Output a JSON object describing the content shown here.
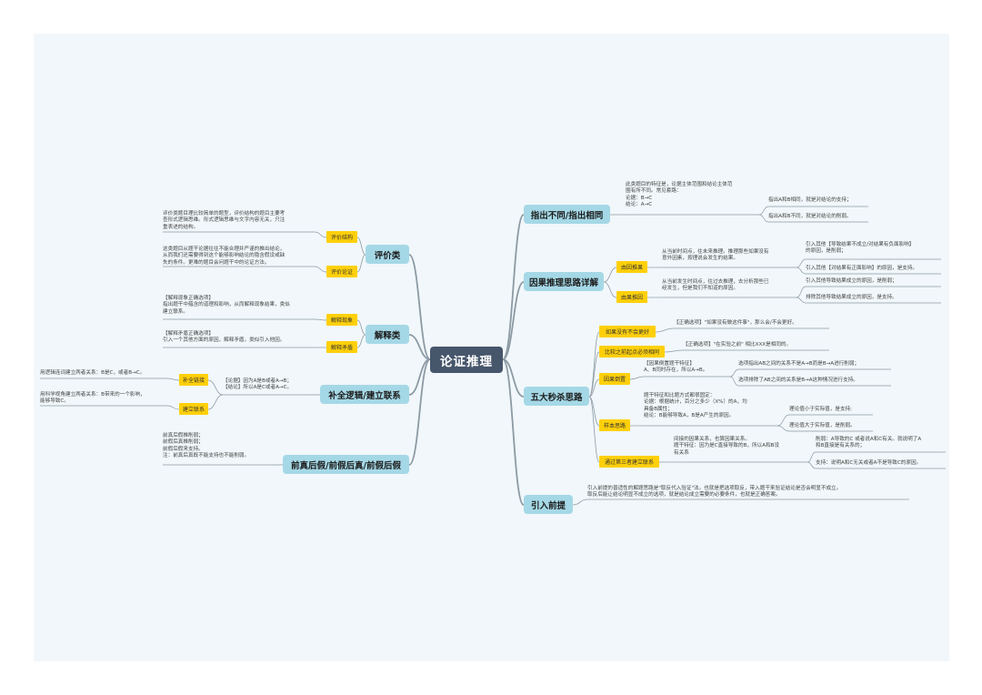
{
  "root": "论证推理",
  "colors": {
    "background": "#f1f7fa",
    "root": "#46566b",
    "main": "#a5d8e6",
    "tag": "#ffd00a",
    "line": "#8c9aa4"
  },
  "left": {
    "pingjia": {
      "label": "评价类",
      "tags": [
        "评价结构",
        "评价论证"
      ],
      "notes": [
        "评价类题目理比较简单的题型，评价结构的题目主要考\n查形式逻辑思维。形式逻辑思维与文字内容无关，只注\n重表述的结构。",
        "这类题目从题干论据往往不能合理并严谨的推出结论，\n从而我们还需要得到这个能够影响结论的隐含假设或缺\n失的条件。更难的题目会问题干中的论证方法。"
      ]
    },
    "jieshi": {
      "label": "解释类",
      "tags": [
        "解释现象",
        "解释矛盾"
      ],
      "notes": [
        "【解释现象正确选项】\n指出题干中蕴含的道理和影响，从而解释现象结果，类似\n建立联系。",
        "【解释矛盾正确选项】\n引入一个其他方面的原因，解释矛盾，类似引入他因。"
      ]
    },
    "buquan": {
      "label": "补全逻辑/建立联系",
      "tags": [
        "补全链接",
        "建立联系"
      ],
      "center_note": "【论据】因为A是B或者A→B；\n【结论】所以A是C或者A→C。",
      "notes": [
        "用逻辑连词建立两者关系：B是C，或者B→C。",
        "用科学视角建立两者关系：B带来的一个影响，\n能够导致C。"
      ]
    },
    "qianzhen": {
      "label": "前真后假/前假后真/前假后假",
      "note": "前真后假推削弱；\n前假后真推削弱；\n前假后假来支持。\n注：前真后真既不能支持也不能削弱。"
    }
  },
  "right": {
    "zhichu": {
      "label": "指出不同/指出相同",
      "note": "此类题目的特征是，论据主体范围和结论主体范\n围有所不同。常见套路：\n论据：B→C\n结论：A→C",
      "leaves": [
        "指出A和B相同，就是对结论的支持；",
        "指出A和B不同，就是对结论的削弱。"
      ]
    },
    "yinguo": {
      "label": "因果推理思路详解",
      "branches": [
        {
          "tag": "由因推果",
          "note": "从当前时间点，往未来推理。推理那些如果没有\n意外因素，按理说会发生的结果。",
          "leaves": [
            "引入其他【导致结果不成立/对结果有负面影响】\n的原因，是削弱；",
            "引入其他【对结果有正面影响】的原因，是支持。"
          ]
        },
        {
          "tag": "由果推因",
          "note": "从当前发生时间点，往过去推理，去分析那些已\n经发生，但是我们不知道的原因。",
          "leaves": [
            "引入其他导致结果成立的原因，是削弱；",
            "排除其他导致结果成立的原因，是支持。"
          ]
        }
      ]
    },
    "wuda": {
      "label": "五大秒杀思路",
      "branches": [
        {
          "tag": "如果没有不会更好",
          "note": "【正确选项】\"如果没有做这件事\"，那么会/不会更好。"
        },
        {
          "tag": "比较之前起点必须相同",
          "note": "【正确选项】\"在实验之前\" 相比XXX是相同的。"
        },
        {
          "tag": "因果倒置",
          "note": "【因果倒置题干特征】\nA、B同时存在，所以A→B。",
          "leaves": [
            "选项指出AB之间的关系不是A→B而是B→A进行削弱；",
            "选项排除了AB之间的关系是B→A这种情况进行支持。"
          ]
        },
        {
          "tag": "样本思路",
          "note": "题干特征和比题方式都很固定：\n论据：根据统计，百分之多少（X%）的A，均\n具备B属性；\n结论：B能够导致A，B是A产生的原因。",
          "leaves": [
            "理论值小于实际值，是支持;",
            "理论值大于实际值，是削弱。"
          ]
        },
        {
          "tag": "通过第三者建立联系",
          "note": "间接的因果关系，也算因果关系。\n题干特征：因为是C直接导致的B，所以A和B没\n有关系",
          "leaves": [
            "削弱：A导致的C 或者说A和C有关。就说明了A\n和B直接是有关系的；",
            "支持：说明A和C无关或者A不是导致C的原因。"
          ]
        }
      ]
    },
    "yinru": {
      "label": "引入前提",
      "note": "引入前提的普适性的解题思路是\"取反代入验证\"法。也就是把选项取反，带入题干来验证结论是否会明显不成立。\n取反后能让结论明显不成立的选项，就是结论成立需要的必要条件，也就是正确答案。"
    }
  }
}
